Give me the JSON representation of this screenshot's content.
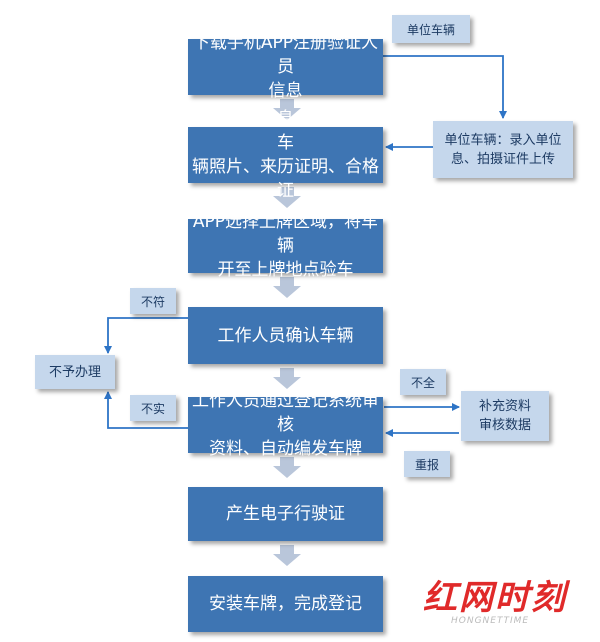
{
  "steps": [
    {
      "line1": "下载手机APP注册验证人员",
      "line2": "信息"
    },
    {
      "line1": "录入车辆信息、拍摄上传车",
      "line2": "辆照片、来历证明、合格证"
    },
    {
      "line1": "APP选择上牌区域，将车辆",
      "line2": "开至上牌地点验车"
    },
    {
      "line1": "工作人员确认车辆"
    },
    {
      "line1": "工作人员通过登记系统审核",
      "line2": "资料、自动编发车牌"
    },
    {
      "line1": "产生电子行驶证"
    },
    {
      "line1": "安装车牌，完成登记"
    }
  ],
  "side": {
    "unit_tag": "单位车辆",
    "unit_box": {
      "line1": "单位车辆：录入单位",
      "line2": "息、拍摄证件上传"
    },
    "reject_box": "不予办理",
    "supplement_box": {
      "line1": "补充资料",
      "line2": "审核数据"
    }
  },
  "tags": {
    "not_match": "不符",
    "not_true": "不实",
    "incomplete": "不全",
    "resubmit": "重报"
  },
  "watermark": {
    "main": "红网时刻",
    "sub": "HONGNETTIME"
  },
  "colors": {
    "main_box": "#3e75b3",
    "side_box": "#c5d7ec",
    "arrow_block": "#b9c6da",
    "connector": "#2e74c6",
    "watermark": "#e02a2a"
  }
}
